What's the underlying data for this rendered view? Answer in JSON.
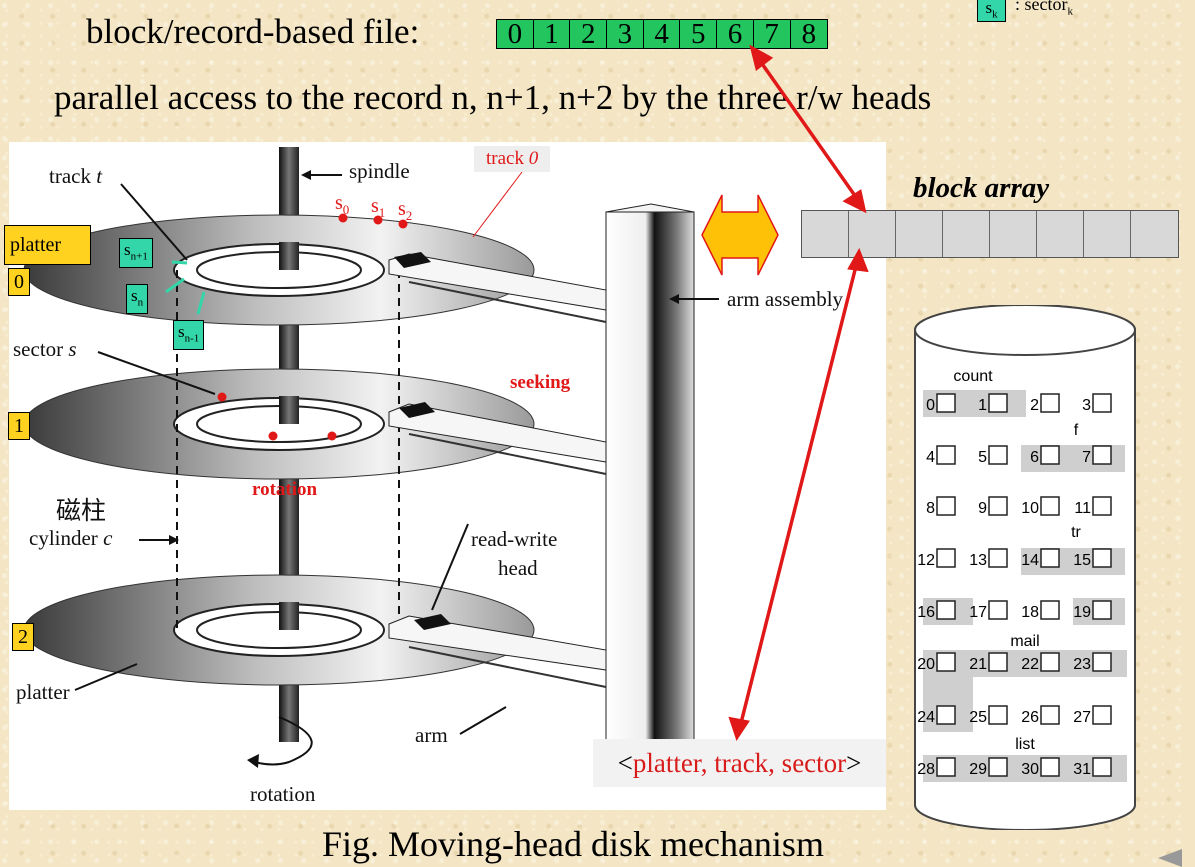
{
  "heading": {
    "file_label": "block/record-based file:",
    "access_text": "parallel access to the record n, n+1, n+2 by the three r/w heads"
  },
  "records": [
    "0",
    "1",
    "2",
    "3",
    "4",
    "5",
    "6",
    "7",
    "8"
  ],
  "legend": {
    "key": "s",
    "key_sub": "k",
    "text": ": sector",
    "text_sub": "k"
  },
  "diagram": {
    "track_t": "track ",
    "track_t_var": "t",
    "spindle": "spindle",
    "track0": "track ",
    "track0_var": "0",
    "s0": "s",
    "s0_sub": "0",
    "s1": "s",
    "s1_sub": "1",
    "s2": "s",
    "s2_sub": "2",
    "platter_tag": "platter",
    "platter_nums": [
      "0",
      "1",
      "2"
    ],
    "sn1": "s",
    "sn1_sub": "n+1",
    "sn": "s",
    "sn_sub": "n",
    "snm1": "s",
    "snm1_sub": "n-1",
    "sector_s": "sector ",
    "sector_s_var": "s",
    "seeking": "seeking",
    "rotation_red": "rotation",
    "cylinder_cn": "磁柱",
    "cylinder_c": "cylinder ",
    "cylinder_c_var": "c",
    "rw_head_1": "read-write",
    "rw_head_2": "head",
    "platter_bottom": "platter",
    "arm": "arm",
    "rotation": "rotation",
    "arm_assembly": "arm assembly"
  },
  "block_array": {
    "title": "block array",
    "cells": 8
  },
  "address": {
    "open": "<",
    "text": "platter, track, sector",
    "close": ">"
  },
  "caption": "Fig. Moving-head disk mechanism",
  "file_system": {
    "labels": [
      "count",
      "f",
      "tr",
      "mail",
      "list"
    ],
    "blocks": [
      "0",
      "1",
      "2",
      "3",
      "4",
      "5",
      "6",
      "7",
      "8",
      "9",
      "10",
      "11",
      "12",
      "13",
      "14",
      "15",
      "16",
      "17",
      "18",
      "19",
      "20",
      "21",
      "22",
      "23",
      "24",
      "25",
      "26",
      "27",
      "28",
      "29",
      "30",
      "31"
    ],
    "allocated": [
      0,
      1,
      6,
      7,
      14,
      15,
      16,
      19,
      20,
      23,
      24,
      28,
      29,
      30,
      31
    ]
  },
  "colors": {
    "record": "#22c55e",
    "sector_tag": "#33d6a8",
    "platter_tag": "#ffd21f",
    "arrow": "#e01818",
    "addr_text": "#d81b1b"
  }
}
